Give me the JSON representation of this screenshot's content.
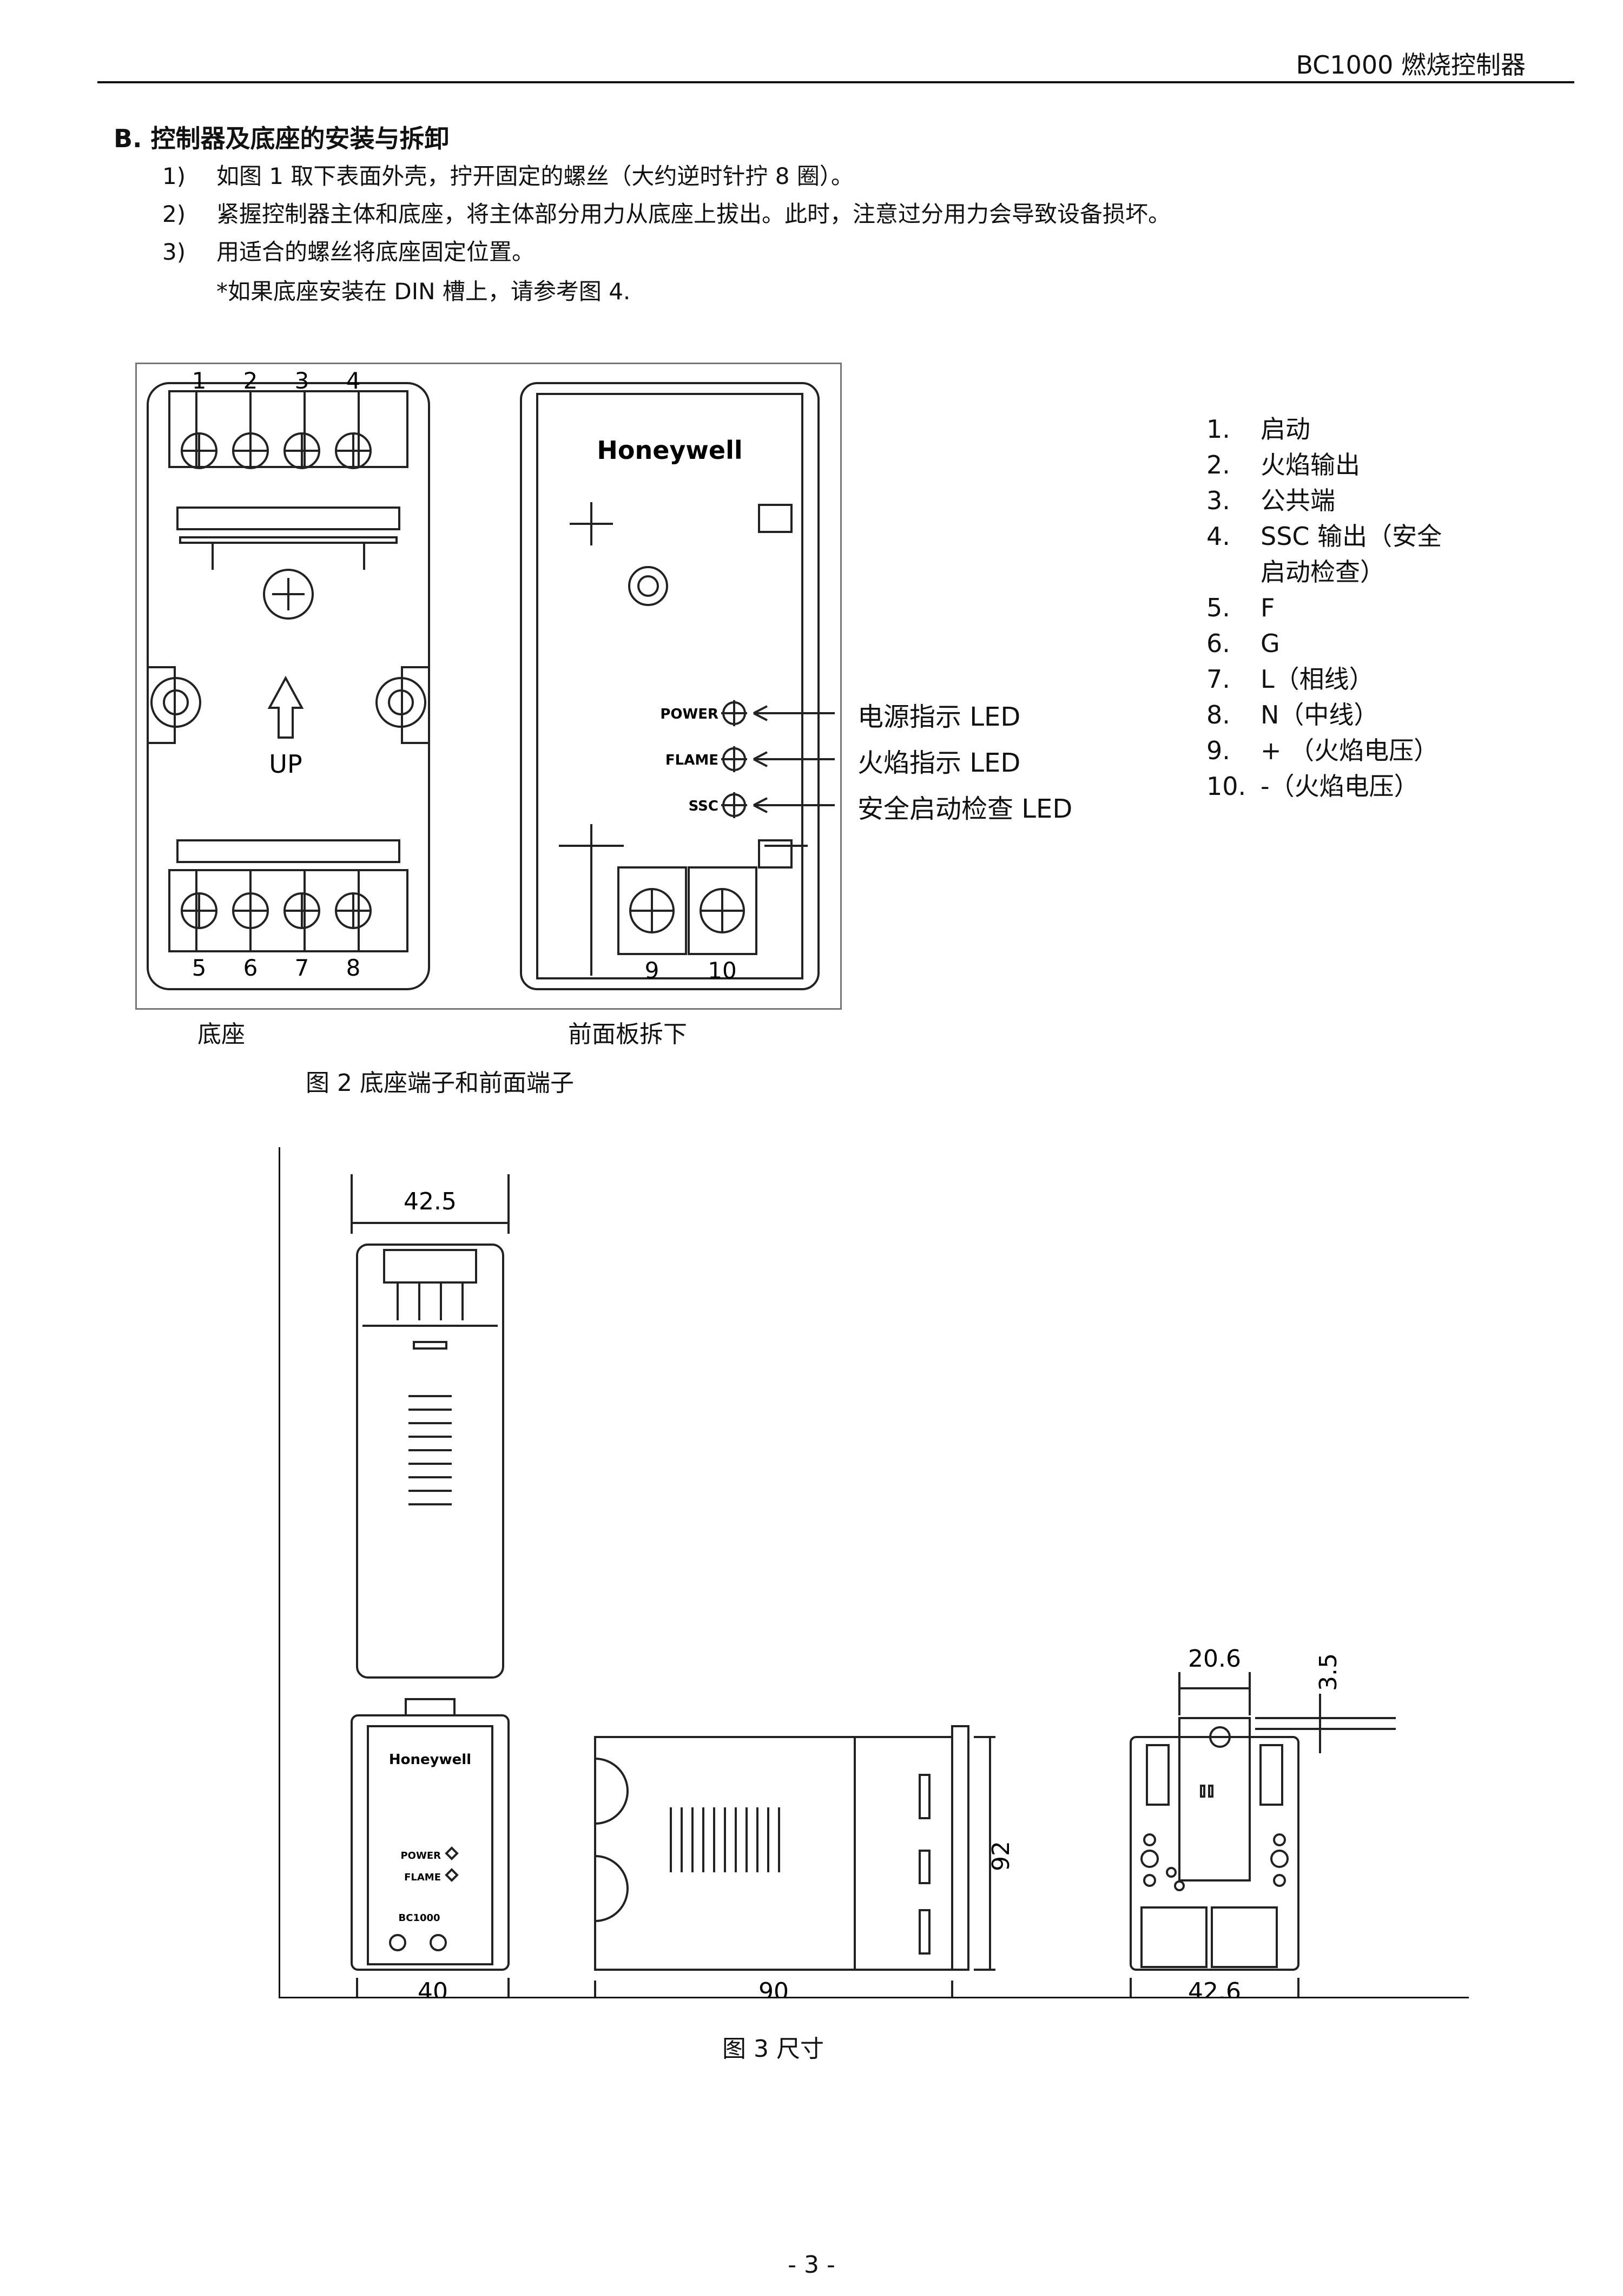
{
  "header": {
    "title": "BC1000 燃烧控制器"
  },
  "section": {
    "title": "B. 控制器及底座的安装与拆卸",
    "steps": [
      {
        "num": "1)",
        "text": "如图 1 取下表面外壳，拧开固定的螺丝（大约逆时针拧 8 圈）。"
      },
      {
        "num": "2)",
        "text": "紧握控制器主体和底座，将主体部分用力从底座上拔出。此时，注意过分用力会导致设备损坏。"
      },
      {
        "num": "3)",
        "text": "用适合的螺丝将底座固定位置。"
      }
    ],
    "note": "*如果底座安装在 DIN 槽上，请参考图 4."
  },
  "figure2": {
    "terminals_top": [
      "1",
      "2",
      "3",
      "4"
    ],
    "terminals_bottom": [
      "5",
      "6",
      "7",
      "8"
    ],
    "up_label": "UP",
    "brand": "Honeywell",
    "led_small": [
      "POWER",
      "FLAME",
      "SSC"
    ],
    "front_terminals": [
      "9",
      "10"
    ],
    "led_callouts": [
      "电源指示 LED",
      "火焰指示 LED",
      "安全启动检查 LED"
    ],
    "base_label": "底座",
    "front_label": "前面板拆下",
    "caption": "图 2 底座端子和前面端子",
    "legend": [
      {
        "n": "1.",
        "t": "启动"
      },
      {
        "n": "2.",
        "t": "火焰输出"
      },
      {
        "n": "3.",
        "t": "公共端"
      },
      {
        "n": "4.",
        "t": "SSC 输出（安全"
      },
      {
        "n": "",
        "t": "启动检查）"
      },
      {
        "n": "5.",
        "t": "F"
      },
      {
        "n": "6.",
        "t": "G"
      },
      {
        "n": "7.",
        "t": "L（相线）"
      },
      {
        "n": "8.",
        "t": "N（中线）"
      },
      {
        "n": "9.",
        "t": "+ （火焰电压）"
      },
      {
        "n": "10.",
        "t": "-（火焰电压）"
      }
    ]
  },
  "figure3": {
    "dims": {
      "top_width": "42.5",
      "front_width": "40",
      "side_depth": "90",
      "height": "92",
      "rear_width": "20.6",
      "rear_offset": "3.5",
      "base_width": "42.6"
    },
    "brand": "Honeywell",
    "led_small": [
      "POWER",
      "FLAME"
    ],
    "model": "BC1000",
    "caption": "图 3 尺寸"
  },
  "page": {
    "number": "- 3 -"
  }
}
